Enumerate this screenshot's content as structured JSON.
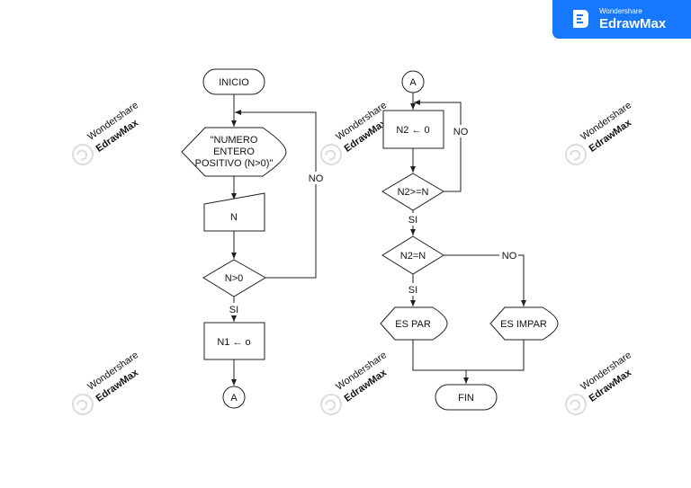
{
  "branding": {
    "small": "Wondershare",
    "big": "EdrawMax"
  },
  "watermark": {
    "small": "Wondershare",
    "big": "EdrawMax"
  },
  "nodes": {
    "inicio": "INICIO",
    "input_prompt": [
      "\"NUMERO",
      "ENTERO",
      "POSITIVO (N>0)\""
    ],
    "input_n": "N",
    "cond_n": "N>0",
    "assign_n1": "N1 ← o",
    "connector_a_out": "A",
    "connector_a_in": "A",
    "assign_n2": "N2 ← 0",
    "cond_n2_ge": "N2>=N",
    "cond_n2_eq": "N2=N",
    "es_par": "ES PAR",
    "es_impar": "ES IMPAR",
    "fin": "FIN"
  },
  "edge_labels": {
    "loop1_no": "NO",
    "n_si": "SI",
    "loop2_no": "NO",
    "n2ge_si": "SI",
    "n2eq_no": "NO",
    "n2eq_si": "SI"
  }
}
